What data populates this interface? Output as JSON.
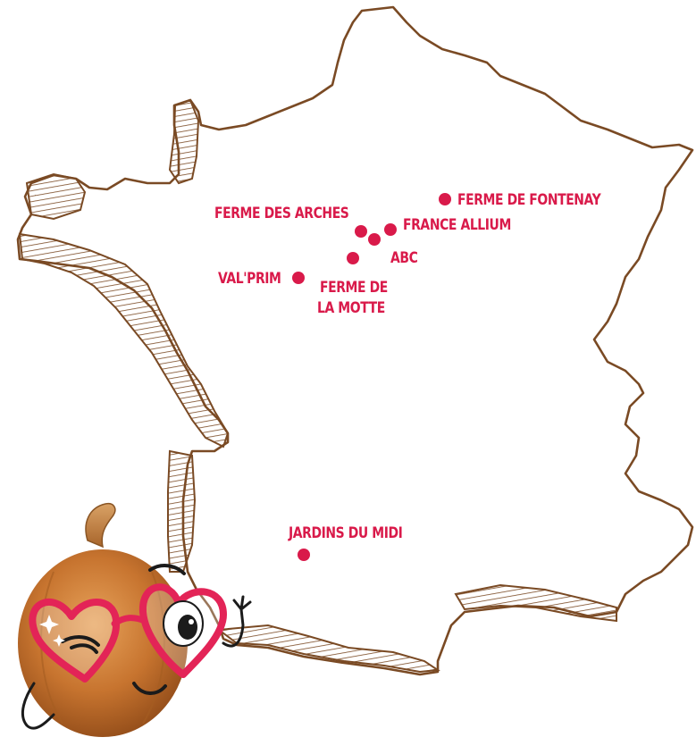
{
  "map": {
    "region": "France",
    "outline_color": "#7a4a24",
    "marker_color": "#d91a4a"
  },
  "locations": [
    {
      "id": "ferme-de-fontenay",
      "label": "FERME DE FONTENAY"
    },
    {
      "id": "ferme-des-arches",
      "label": "FERME DES ARCHES"
    },
    {
      "id": "france-allium",
      "label": "FRANCE ALLIUM"
    },
    {
      "id": "abc",
      "label": "ABC"
    },
    {
      "id": "val-prim",
      "label": "VAL'PRIM"
    },
    {
      "id": "ferme-de-la-motte",
      "label_line1": "FERME DE",
      "label_line2": "LA MOTTE"
    },
    {
      "id": "jardins-du-midi",
      "label": "JARDINS DU MIDI"
    }
  ],
  "mascot": {
    "icon": "onion-mascot-with-heart-glasses",
    "glasses_color": "#e32457",
    "onion_color": "#c7742f"
  }
}
